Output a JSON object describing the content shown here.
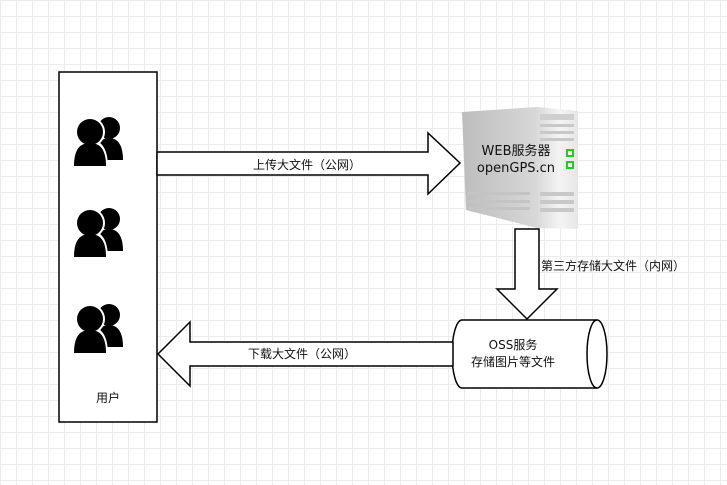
{
  "diagram": {
    "users_box": {
      "label": "用户",
      "icons": [
        "users-icon",
        "users-icon",
        "users-icon"
      ]
    },
    "web_server": {
      "line1": "WEB服务器",
      "line2": "openGPS.cn",
      "icon": "server-icon"
    },
    "oss": {
      "line1": "OSS服务",
      "line2": "存储图片等文件",
      "icon": "cylinder-storage-icon"
    },
    "arrows": {
      "upload": "上传大文件（公网）",
      "internal": "第三方存储大文件（内网）",
      "download": "下载大文件（公网）"
    },
    "colors": {
      "stroke": "#000000",
      "server_led": "#22cc22",
      "background": "#ffffff"
    }
  }
}
